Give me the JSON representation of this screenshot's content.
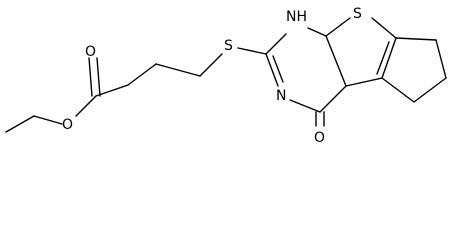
{
  "atoms": {
    "o_carbonyl": "O",
    "o_ester": "O",
    "s_thioether": "S",
    "s_thiophene": "S",
    "nh": "NH",
    "n_ring": "N",
    "o_keto": "O"
  },
  "colors": {
    "line": "#000000",
    "background": "#ffffff"
  }
}
